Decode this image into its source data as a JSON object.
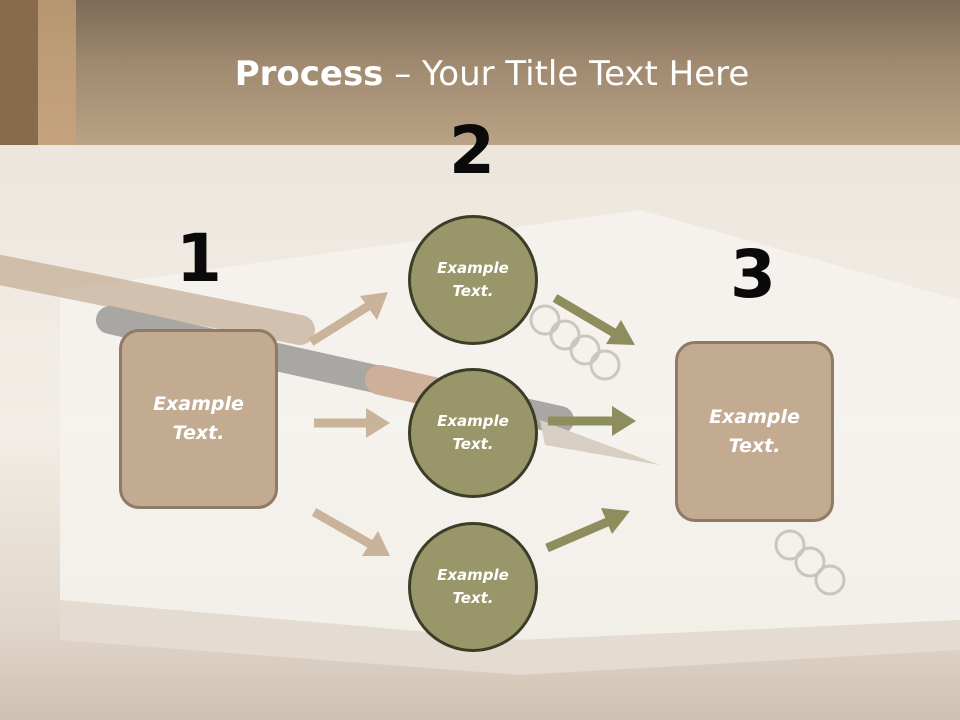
{
  "title": {
    "bold": "Process",
    "rest": " – Your Title Text Here"
  },
  "steps": [
    {
      "number": "1",
      "label": "Example\nText."
    },
    {
      "number": "2",
      "items": [
        {
          "label": "Example\nText."
        },
        {
          "label": "Example\nText."
        },
        {
          "label": "Example\nText."
        }
      ]
    },
    {
      "number": "3",
      "label": "Example\nText."
    }
  ],
  "colors": {
    "header": "#a08a70",
    "box_fill": "#c2ab91",
    "box_border": "#8e7b67",
    "circle_fill": "#999769",
    "circle_border": "#3c3d28",
    "arrow_left": "#c9b39a",
    "arrow_right": "#8e8d5e"
  }
}
